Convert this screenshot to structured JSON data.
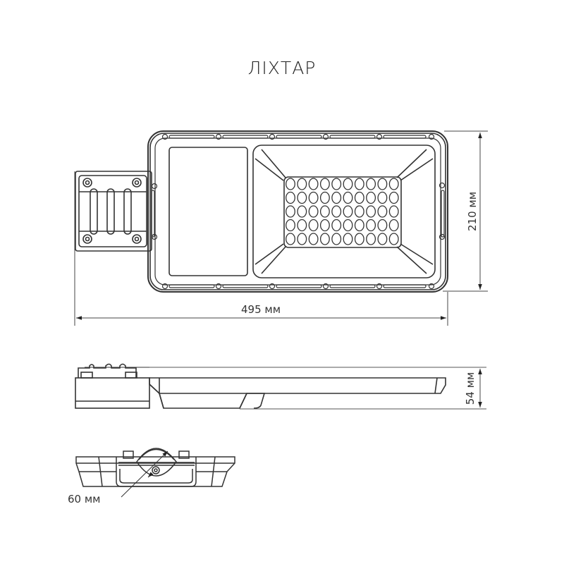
{
  "title": "ЛІХТАР",
  "dimensions": {
    "length": "495 мм",
    "width": "210 мм",
    "height": "54 мм",
    "pole_diameter": "60 мм"
  },
  "views": [
    {
      "name": "top-view",
      "led_grid": {
        "rows": 5,
        "cols": 10
      }
    },
    {
      "name": "side-view"
    },
    {
      "name": "front-view"
    }
  ],
  "colors": {
    "line": "#333333",
    "background": "#ffffff"
  }
}
